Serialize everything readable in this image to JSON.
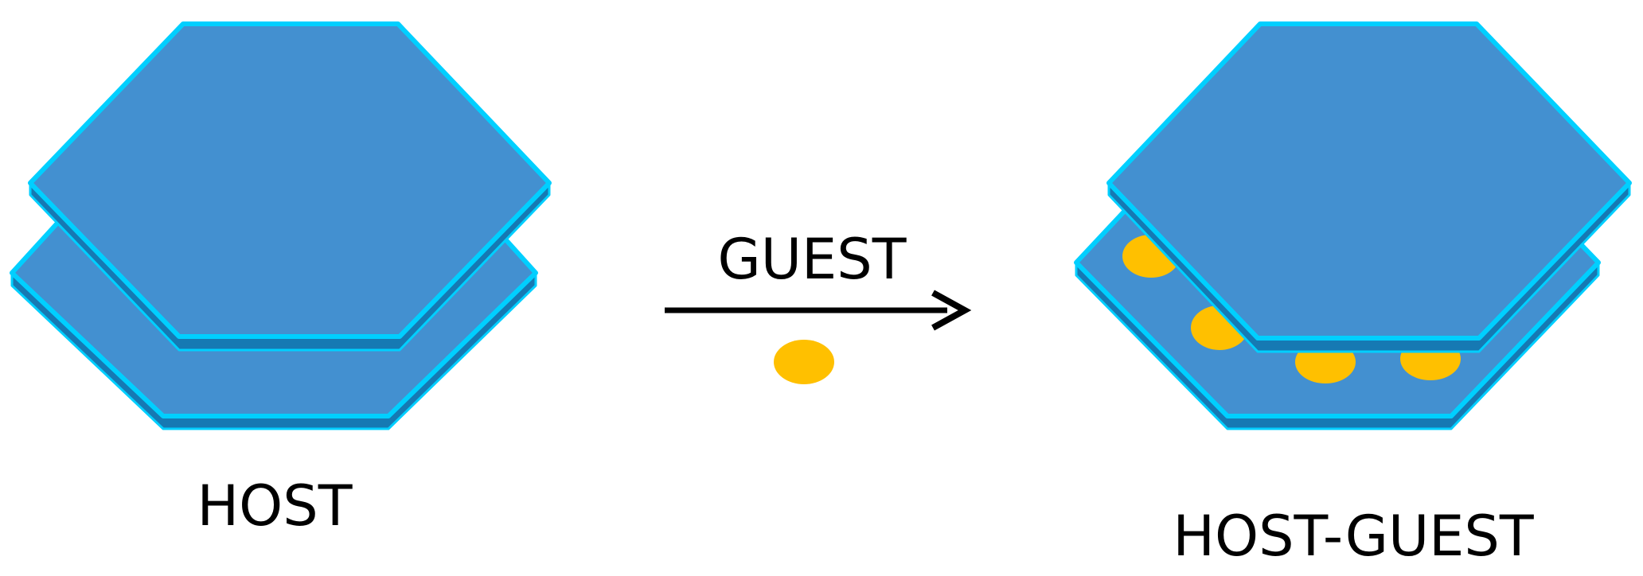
{
  "labels": {
    "host": "HOST",
    "guest": "GUEST",
    "host_guest": "HOST-GUEST"
  },
  "colors": {
    "layer_face": "#4390D0",
    "layer_edge": "#00CFFF",
    "layer_side": "#1679B3",
    "guest": "#FFC000",
    "arrow": "#000000",
    "text": "#000000"
  },
  "icons": {
    "host": "stacked-hexagon-layers-icon",
    "guest": "guest-molecule-dot-icon",
    "host_guest": "intercalated-hexagon-layers-icon",
    "reaction": "right-arrow-icon"
  }
}
